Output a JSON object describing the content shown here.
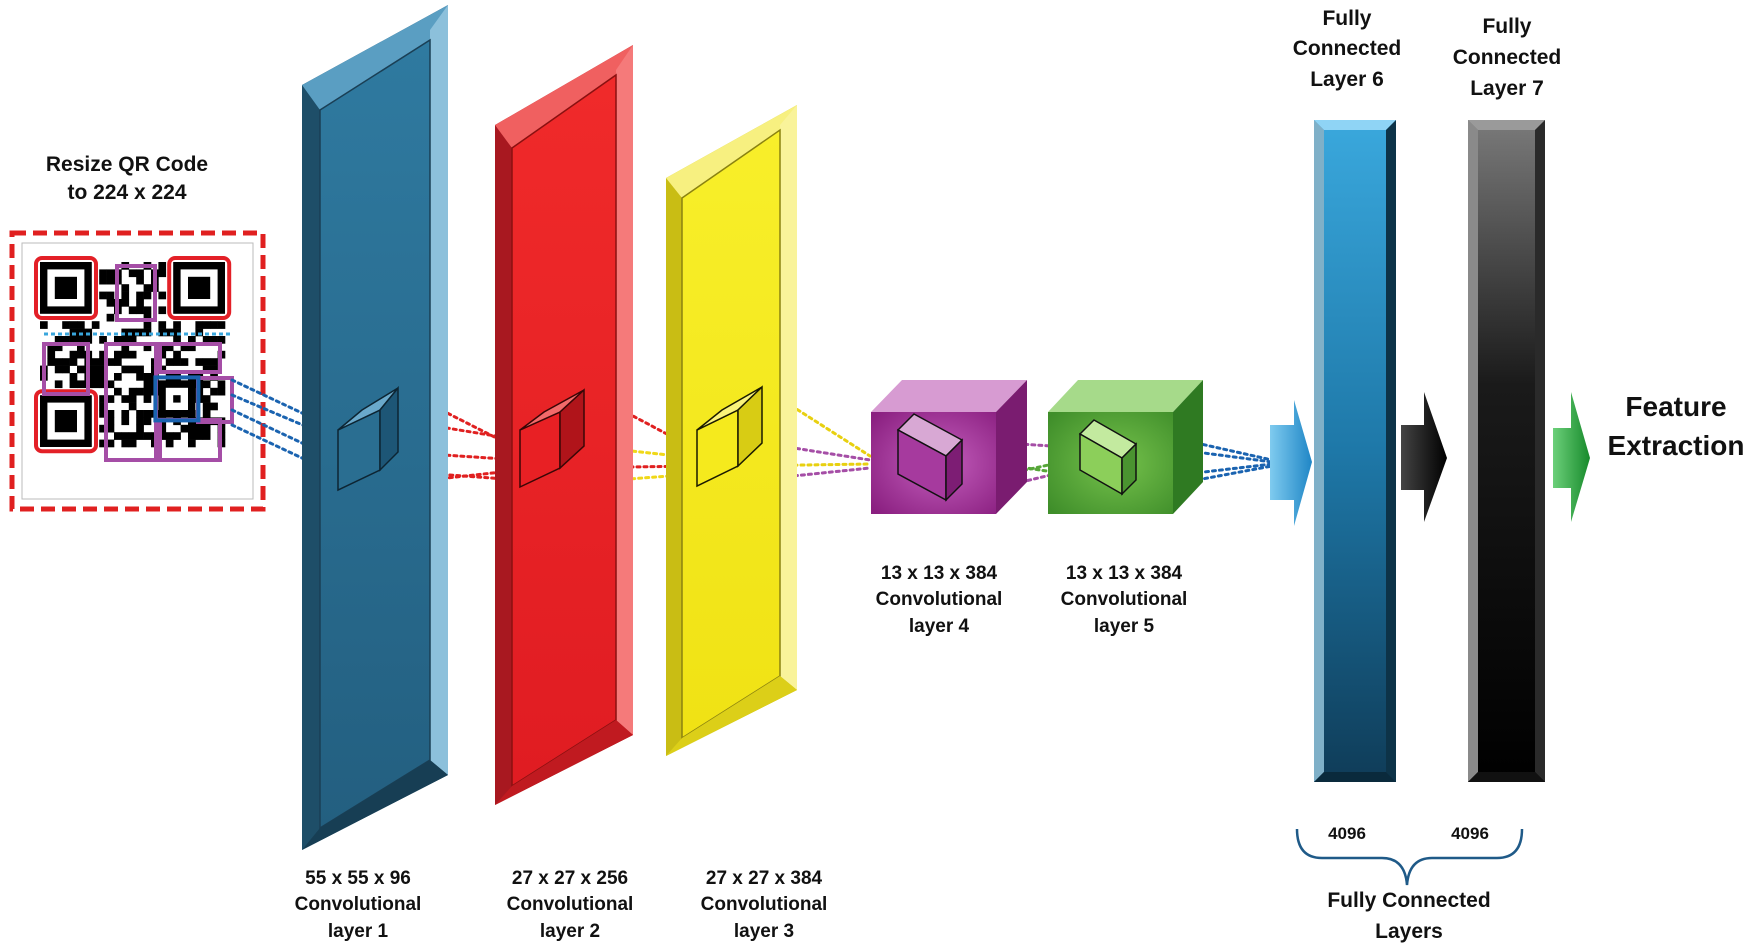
{
  "input": {
    "title_line1": "Resize QR Code",
    "title_line2": "to 224  x 224"
  },
  "layers": [
    {
      "size": "55 x 55  x 96",
      "type": "Convolutional",
      "name": "layer 1",
      "color": "#2c6f92"
    },
    {
      "size": "27 x 27  x 256",
      "type": "Convolutional",
      "name": "layer 2",
      "color": "#ee2528"
    },
    {
      "size": "27 x 27  x 384",
      "type": "Convolutional",
      "name": "layer 3",
      "color": "#f5ea1d"
    },
    {
      "size": "13 x 13  x 384",
      "type": "Convolutional",
      "name": "layer 4",
      "color": "#9b2a8e"
    },
    {
      "size": "13 x 13  x 384",
      "type": "Convolutional",
      "name": "layer 5",
      "color": "#56a638"
    }
  ],
  "fully_connected": [
    {
      "line1": "Fully",
      "line2": "Connected",
      "line3": "Layer 6",
      "units": "4096",
      "color": "#2e8fc4"
    },
    {
      "line1": "Fully",
      "line2": "Connected",
      "line3": "Layer 7",
      "units": "4096",
      "color": "#222222"
    }
  ],
  "fc_group": {
    "line1": "Fully Connected",
    "line2": "Layers"
  },
  "output": {
    "line1": "Feature",
    "line2": "Extraction"
  },
  "colors": {
    "qr_border": "#e02020",
    "qr_outline_red": "#e32027",
    "qr_outline_purple": "#a54ea6",
    "qr_outline_blue": "#1a63b0",
    "arrow_blue": "#39a6dc",
    "arrow_black": "#111111",
    "arrow_green": "#38b048",
    "brace": "#1f5a88"
  }
}
